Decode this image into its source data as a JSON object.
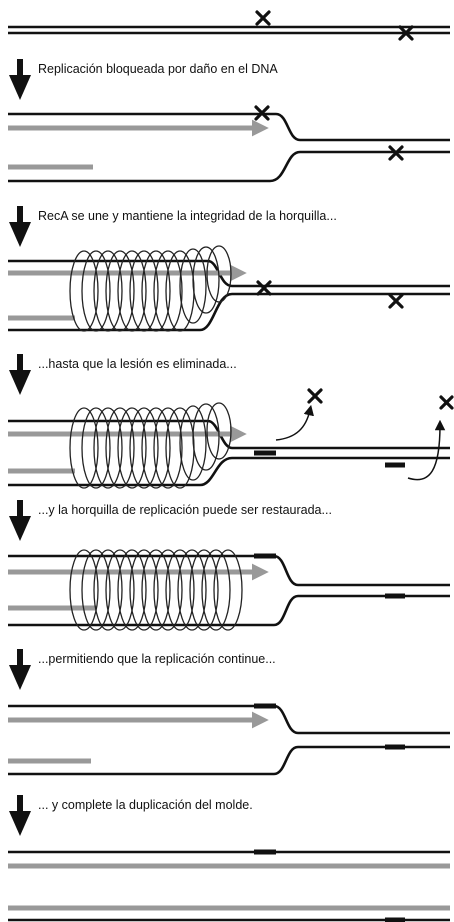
{
  "steps": [
    {
      "caption": "Replicación bloqueada por daño en el DNA"
    },
    {
      "caption": "RecA se une y mantiene la integridad de la horquilla..."
    },
    {
      "caption": "...hasta que la lesión es eliminada..."
    },
    {
      "caption": "...y la horquilla de replicación puede ser restaurada..."
    },
    {
      "caption": "...permitiendo que la replicación continue..."
    },
    {
      "caption": "... y complete la duplicación del molde."
    }
  ],
  "colors": {
    "template_strand": "#111111",
    "nascent_strand": "#999999",
    "recA_filament": "#222222"
  },
  "icons": [
    "down-arrow-icon",
    "lesion-x-icon",
    "lesion-removal-arrow-icon"
  ]
}
